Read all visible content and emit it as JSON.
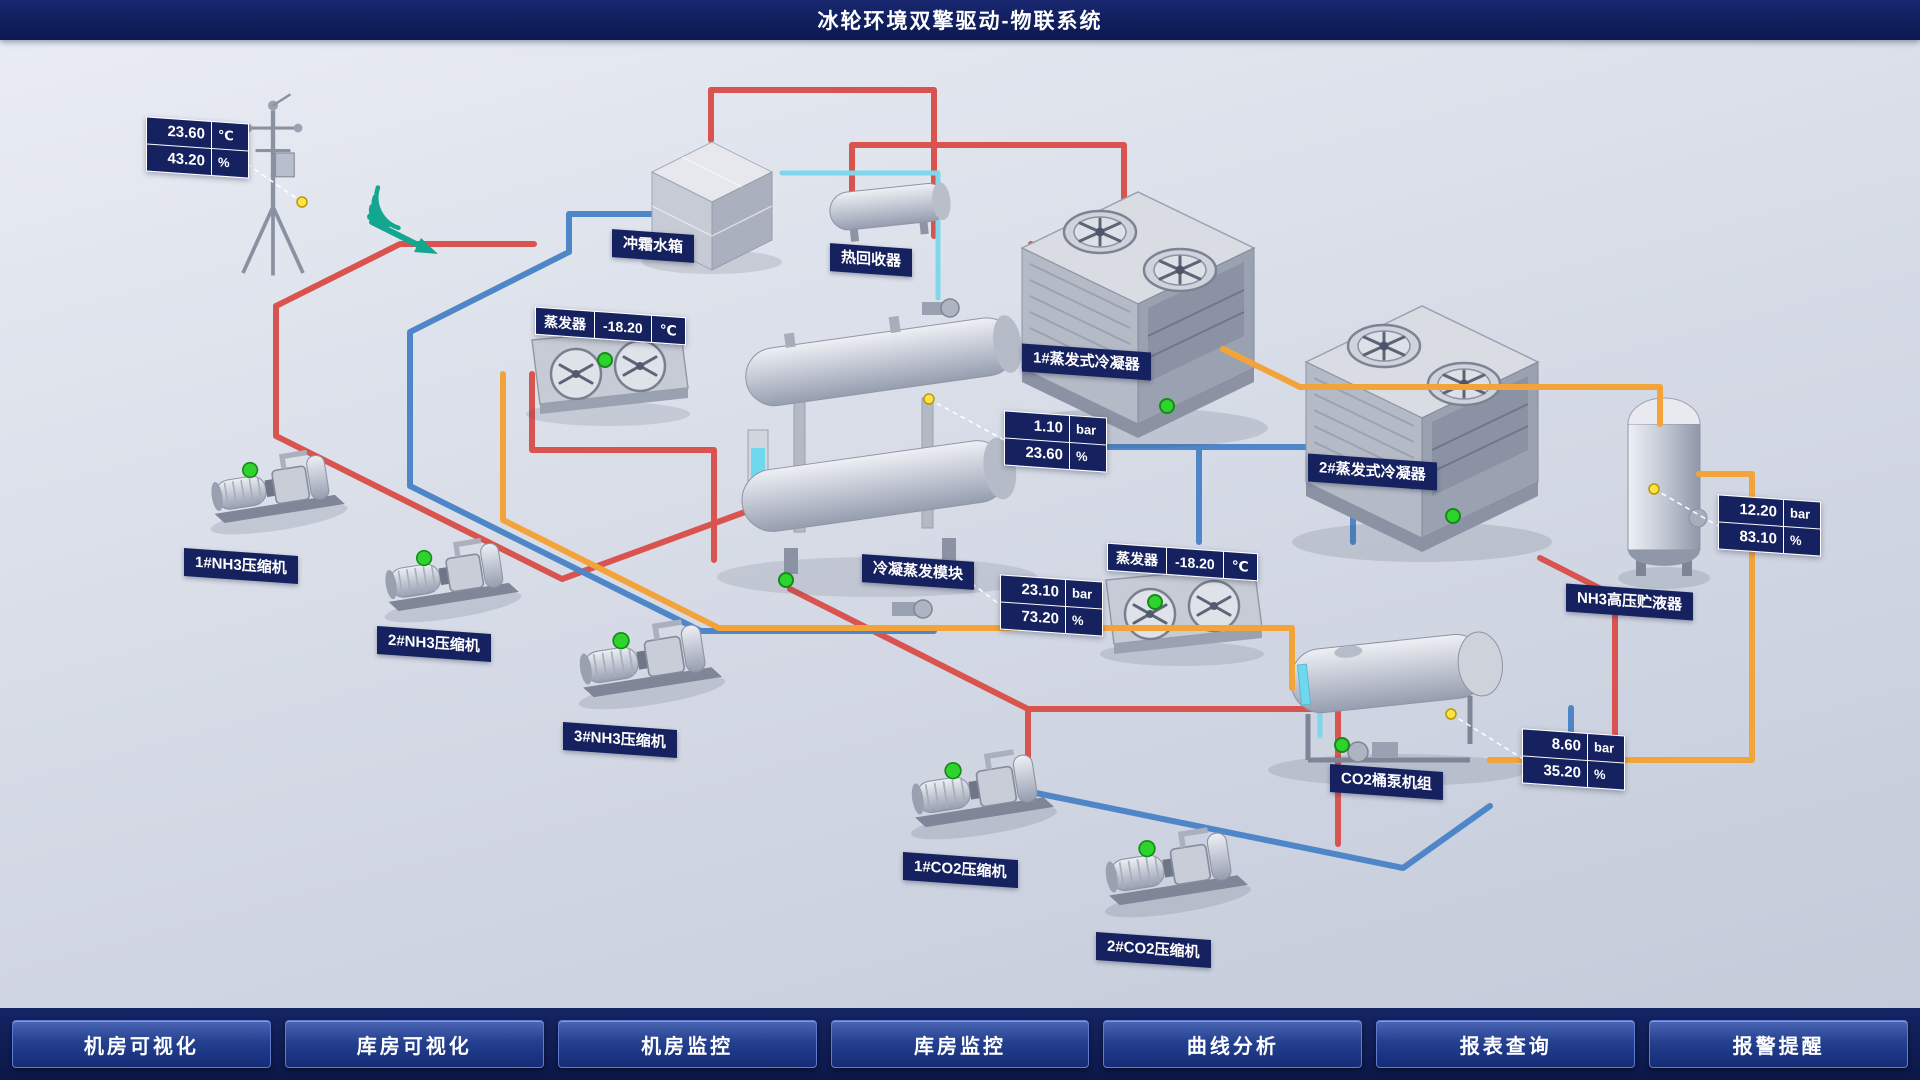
{
  "header": {
    "title": "冰轮环境双擎驱动-物联系统"
  },
  "weather_station": {
    "readings": [
      {
        "value": "23.60",
        "unit": "℃"
      },
      {
        "value": "43.20",
        "unit": "%"
      }
    ]
  },
  "equipment": {
    "defrost_tank": {
      "label": "冲霜水箱"
    },
    "heat_recovery": {
      "label": "热回收器"
    },
    "evaporator_left": {
      "label": "蒸发器",
      "temp": "-18.20",
      "temp_unit": "℃"
    },
    "evaporator_right": {
      "label": "蒸发器",
      "temp": "-18.20",
      "temp_unit": "℃"
    },
    "condenser_1": {
      "label": "1#蒸发式冷凝器"
    },
    "condenser_2": {
      "label": "2#蒸发式冷凝器"
    },
    "cond_evap_module": {
      "label": "冷凝蒸发模块",
      "gauge_upper": [
        {
          "value": "1.10",
          "unit": "bar"
        },
        {
          "value": "23.60",
          "unit": "%"
        }
      ],
      "gauge_lower": [
        {
          "value": "23.10",
          "unit": "bar"
        },
        {
          "value": "73.20",
          "unit": "%"
        }
      ]
    },
    "nh3_receiver": {
      "label": "NH3高压贮液器",
      "gauge": [
        {
          "value": "12.20",
          "unit": "bar"
        },
        {
          "value": "83.10",
          "unit": "%"
        }
      ]
    },
    "co2_pump_unit": {
      "label": "CO2桶泵机组",
      "gauge": [
        {
          "value": "8.60",
          "unit": "bar"
        },
        {
          "value": "35.20",
          "unit": "%"
        }
      ]
    },
    "nh3_compressor_1": {
      "label": "1#NH3压缩机"
    },
    "nh3_compressor_2": {
      "label": "2#NH3压缩机"
    },
    "nh3_compressor_3": {
      "label": "3#NH3压缩机"
    },
    "co2_compressor_1": {
      "label": "1#CO2压缩机"
    },
    "co2_compressor_2": {
      "label": "2#CO2压缩机"
    }
  },
  "nav": {
    "items": [
      {
        "label": "机房可视化"
      },
      {
        "label": "库房可视化"
      },
      {
        "label": "机房监控"
      },
      {
        "label": "库房监控"
      },
      {
        "label": "曲线分析"
      },
      {
        "label": "报表查询"
      },
      {
        "label": "报警提醒"
      }
    ]
  },
  "icons": {
    "wifi_signal": "wifi-arcs",
    "flow_arrow": "arrow-down-right",
    "status_dot": "circle"
  },
  "colors": {
    "pipe_hot": "#d9534f",
    "pipe_cold": "#4f86c8",
    "pipe_liquid": "#f2a43a",
    "pipe_coolant": "#7ed7ea",
    "status_running": "#2ed32e",
    "sensor_marker": "#ffe24a",
    "label_bg": "#16215f",
    "header_bg": "#0c1850"
  }
}
